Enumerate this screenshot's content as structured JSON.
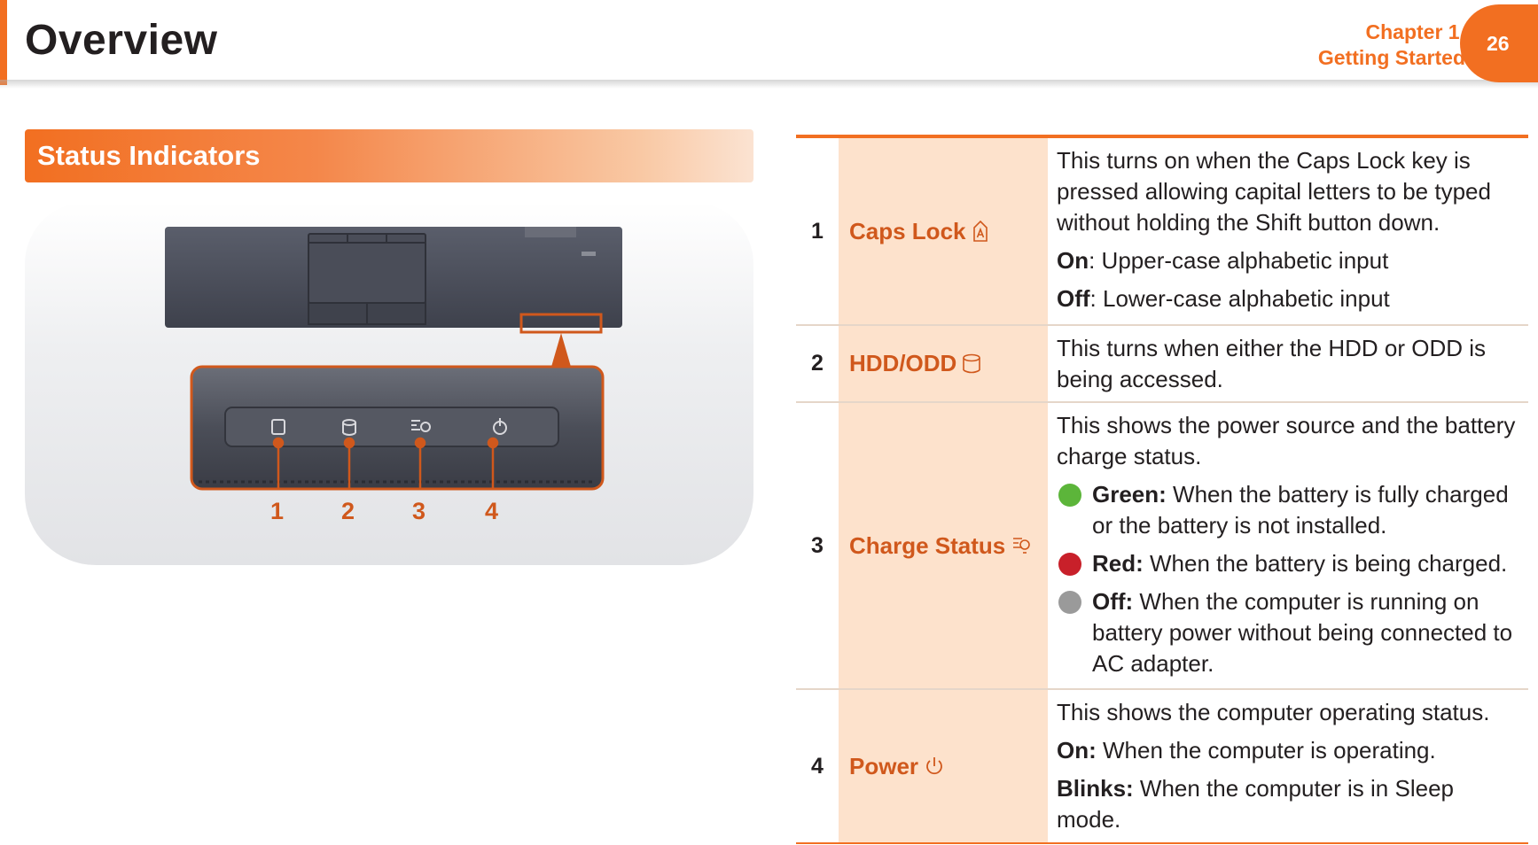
{
  "header": {
    "title": "Overview",
    "chapter_line1": "Chapter 1.",
    "chapter_line2": "Getting Started",
    "page_number": "26"
  },
  "section": {
    "title": "Status Indicators"
  },
  "illustration": {
    "callouts": [
      "1",
      "2",
      "3",
      "4"
    ]
  },
  "colors": {
    "accent": "#f26f21",
    "label": "#d0581c",
    "name_cell": "#fde2cc",
    "led_green": "#5cb53a",
    "led_red": "#c8202a",
    "led_off": "#9a9a9a"
  },
  "rows": [
    {
      "num": "1",
      "name": "Caps Lock",
      "icon": "caps-lock-icon",
      "desc": "This turns on when the Caps Lock key is pressed allowing capital letters to be typed without holding the Shift button down.",
      "on_label": "On",
      "on_text": ": Upper-case alphabetic input",
      "off_label": "Off",
      "off_text": ": Lower-case alphabetic input"
    },
    {
      "num": "2",
      "name": "HDD/ODD",
      "icon": "hdd-icon",
      "desc": "This turns when either the HDD or ODD is being accessed."
    },
    {
      "num": "3",
      "name": "Charge Status",
      "icon": "charge-status-icon",
      "desc": "This shows the power source and the battery charge status.",
      "green_label": "Green:",
      "green_text": " When the battery is fully charged or the battery is not installed.",
      "red_label": "Red:",
      "red_text": " When the battery is being charged.",
      "off_label": "Off:",
      "off_text": " When the computer is running on battery power without being connected to AC adapter."
    },
    {
      "num": "4",
      "name": "Power",
      "icon": "power-icon",
      "desc": "This shows the computer operating status.",
      "on_label": "On:",
      "on_text": " When the computer is operating.",
      "blinks_label": "Blinks:",
      "blinks_text": " When the computer is in Sleep mode."
    }
  ]
}
